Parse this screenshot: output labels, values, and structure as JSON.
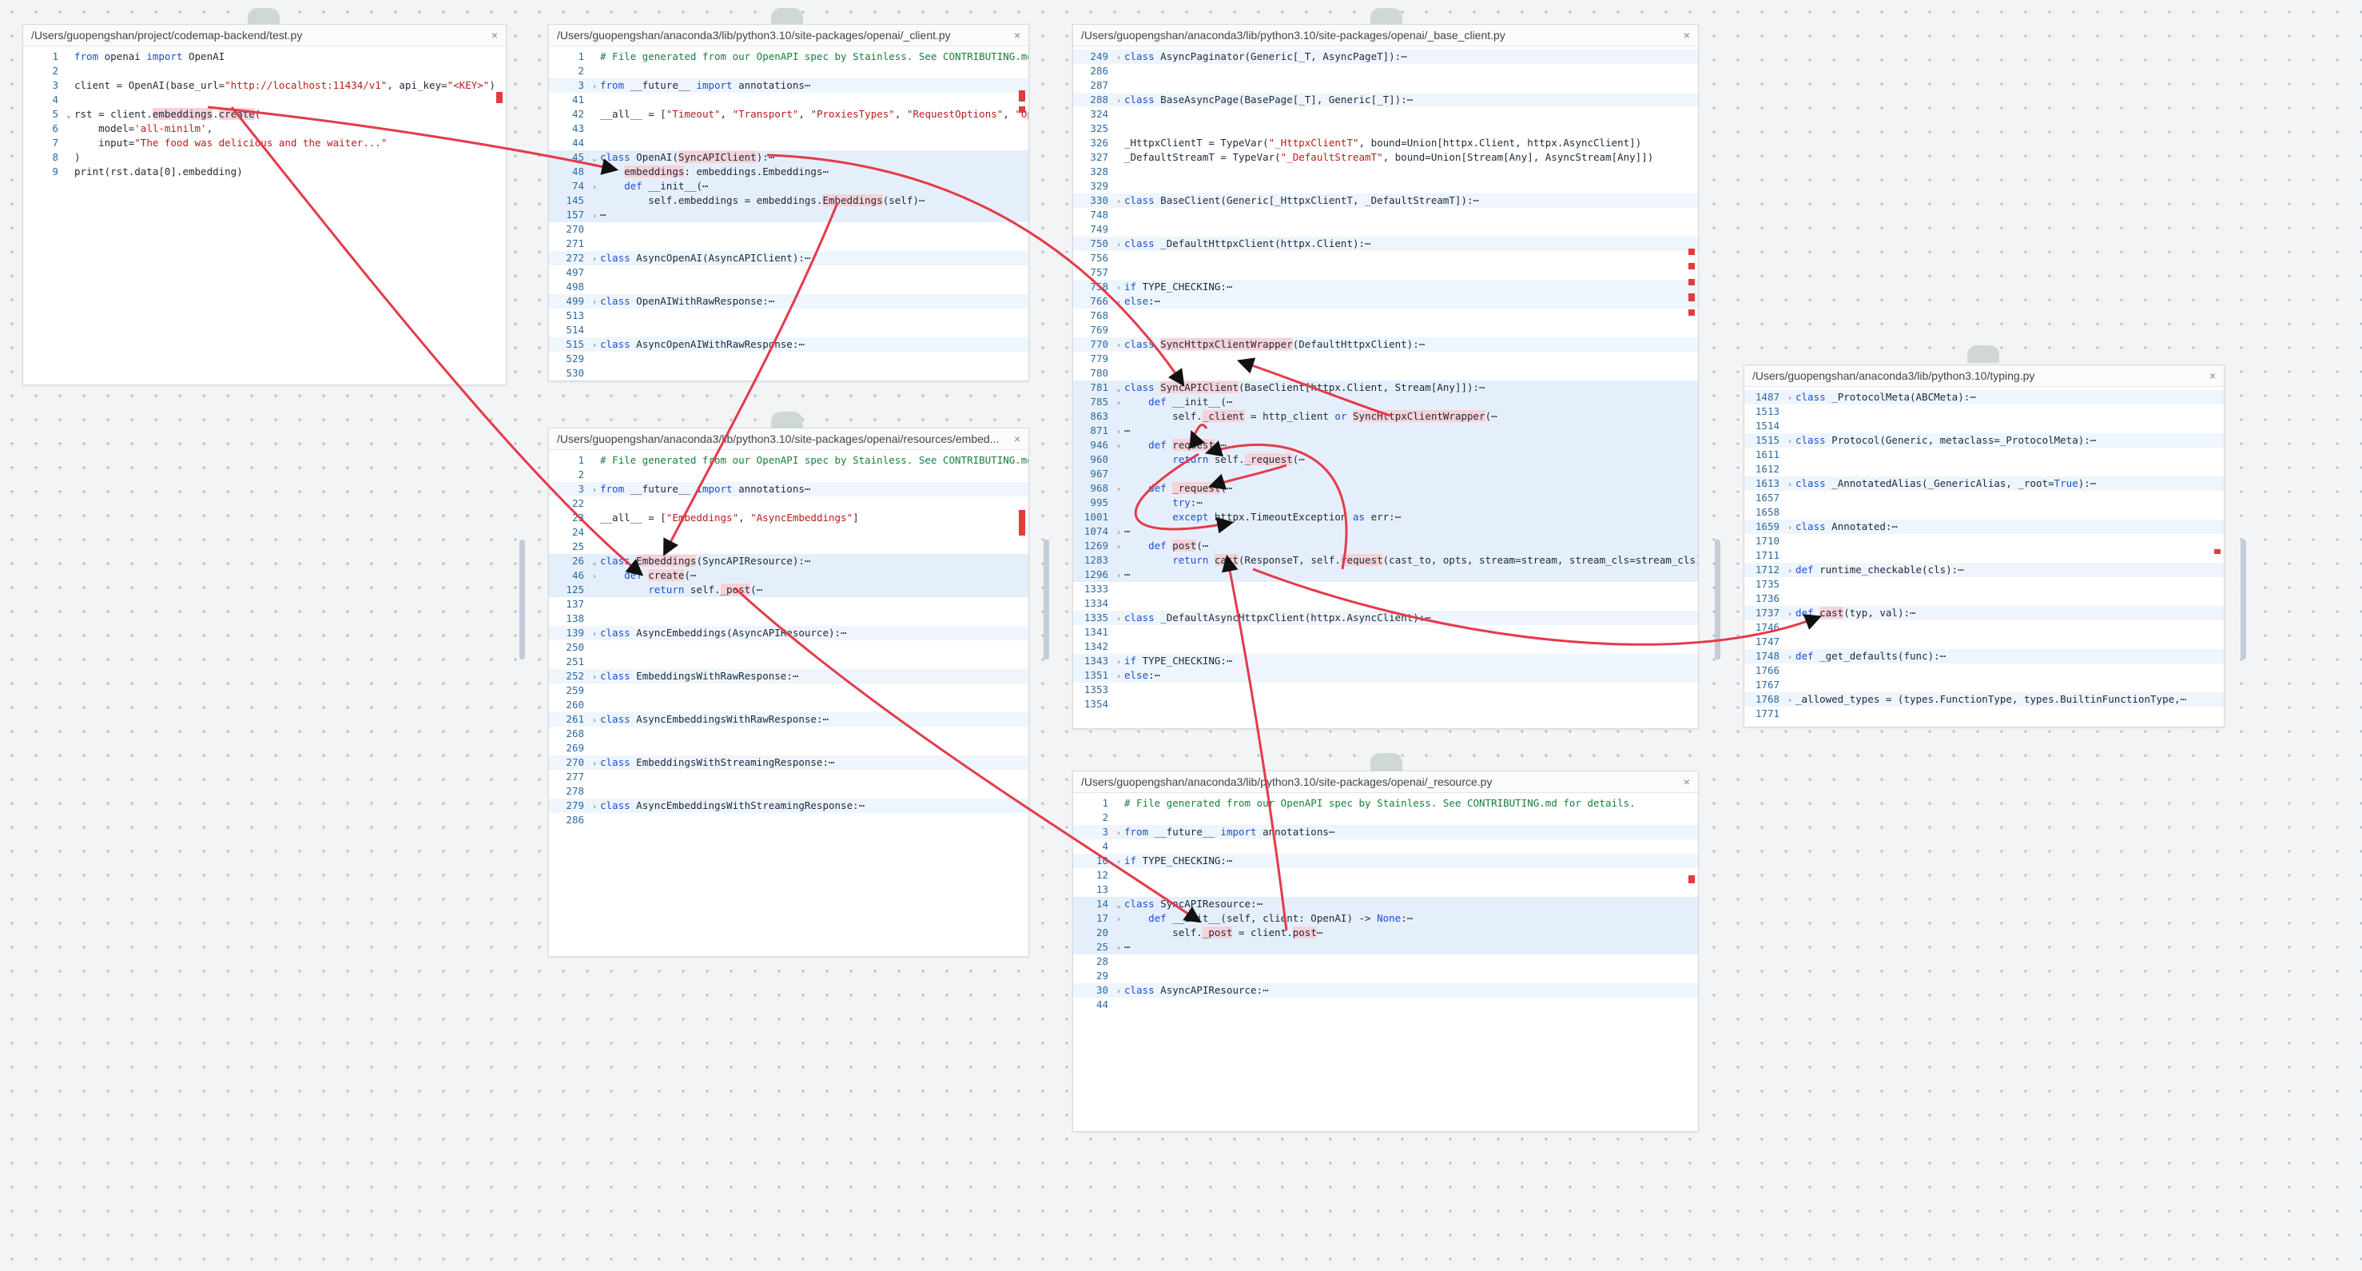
{
  "panels": [
    {
      "id": "test",
      "path": "/Users/guopengshan/project/codemap-backend/test.py",
      "close": "×",
      "lines": [
        {
          "n": "1",
          "html": "<span class='kw'>from</span> openai <span class='kw'>import</span> OpenAI"
        },
        {
          "n": "2",
          "html": ""
        },
        {
          "n": "3",
          "html": "client = OpenAI(base_url=<span class='str'>\"http://localhost:11434/v1\"</span>, api_key=<span class='str'>\"&lt;KEY&gt;\"</span>)"
        },
        {
          "n": "4",
          "html": ""
        },
        {
          "n": "5",
          "fold": "⌄",
          "html": "rst = client.<span class='sym'>embeddings</span>.<span class='sym'>create</span>("
        },
        {
          "n": "6",
          "html": "    model=<span class='str'>'all-minilm'</span>,"
        },
        {
          "n": "7",
          "html": "    input=<span class='str'>\"The food was delicious and the waiter...\"</span>"
        },
        {
          "n": "8",
          "html": ")"
        },
        {
          "n": "9",
          "html": "print(rst.data[0].embedding)"
        }
      ]
    },
    {
      "id": "client",
      "path": "/Users/guopengshan/anaconda3/lib/python3.10/site-packages/openai/_client.py",
      "close": "×",
      "lines": [
        {
          "n": "1",
          "html": "<span class='cm'># File generated from our OpenAPI spec by Stainless. See CONTRIBUTING.md fo</span>"
        },
        {
          "n": "2",
          "html": ""
        },
        {
          "n": "3",
          "fold": "›",
          "cls": "hl",
          "html": "<span class='kw'>from</span> __future__ <span class='kw'>import</span> annotations⋯"
        },
        {
          "n": "41",
          "html": ""
        },
        {
          "n": "42",
          "html": "__all__ = [<span class='str'>\"Timeout\"</span>, <span class='str'>\"Transport\"</span>, <span class='str'>\"ProxiesTypes\"</span>, <span class='str'>\"RequestOptions\"</span>, <span class='str'>\"Open</span>"
        },
        {
          "n": "43",
          "html": ""
        },
        {
          "n": "44",
          "html": ""
        },
        {
          "n": "45",
          "fold": "⌄",
          "cls": "blk",
          "html": "<span class='kw'>class</span> OpenAI(<span class='sym'>SyncAPIClient</span>):⋯"
        },
        {
          "n": "48",
          "cls": "blk",
          "html": "    <span class='sym'>embeddings</span>: embeddings.Embeddings⋯"
        },
        {
          "n": "74",
          "fold": "›",
          "cls": "blk",
          "html": "    <span class='kw'>def</span> __init__(⋯"
        },
        {
          "n": "145",
          "cls": "blk",
          "html": "        self.embeddings = embeddings.<span class='sym'>Embeddings</span>(self)⋯"
        },
        {
          "n": "157",
          "fold": "›",
          "cls": "blk",
          "html": "⋯"
        },
        {
          "n": "270",
          "html": ""
        },
        {
          "n": "271",
          "html": ""
        },
        {
          "n": "272",
          "fold": "›",
          "cls": "hl",
          "html": "<span class='kw'>class</span> AsyncOpenAI(AsyncAPIClient):⋯"
        },
        {
          "n": "497",
          "html": ""
        },
        {
          "n": "498",
          "html": ""
        },
        {
          "n": "499",
          "fold": "›",
          "cls": "hl",
          "html": "<span class='kw'>class</span> OpenAIWithRawResponse:⋯"
        },
        {
          "n": "513",
          "html": ""
        },
        {
          "n": "514",
          "html": ""
        },
        {
          "n": "515",
          "fold": "›",
          "cls": "hl",
          "html": "<span class='kw'>class</span> AsyncOpenAIWithRawResponse:⋯"
        },
        {
          "n": "529",
          "html": ""
        },
        {
          "n": "530",
          "html": ""
        }
      ]
    },
    {
      "id": "embeddings",
      "path": "/Users/guopengshan/anaconda3/lib/python3.10/site-packages/openai/resources/embed...",
      "close": "×",
      "lines": [
        {
          "n": "1",
          "html": "<span class='cm'># File generated from our OpenAPI spec by Stainless. See CONTRIBUTING.md fo</span>"
        },
        {
          "n": "2",
          "html": ""
        },
        {
          "n": "3",
          "fold": "›",
          "cls": "hl",
          "html": "<span class='kw'>from</span> __future__ <span class='kw'>import</span> annotations⋯"
        },
        {
          "n": "22",
          "html": ""
        },
        {
          "n": "23",
          "html": "__all__ = [<span class='str'>\"Embeddings\"</span>, <span class='str'>\"AsyncEmbeddings\"</span>]"
        },
        {
          "n": "24",
          "html": ""
        },
        {
          "n": "25",
          "html": ""
        },
        {
          "n": "26",
          "fold": "⌄",
          "cls": "blk",
          "html": "<span class='kw'>class</span> <span class='sym'>Embeddings</span>(SyncAPIResource):⋯"
        },
        {
          "n": "46",
          "fold": "›",
          "cls": "blk",
          "html": "    <span class='kw'>def</span> <span class='sym'>create</span>(⋯"
        },
        {
          "n": "125",
          "cls": "blk",
          "html": "        <span class='kw'>return</span> self.<span class='sym'>_post</span>(⋯"
        },
        {
          "n": "137",
          "html": ""
        },
        {
          "n": "138",
          "html": ""
        },
        {
          "n": "139",
          "fold": "›",
          "cls": "hl",
          "html": "<span class='kw'>class</span> AsyncEmbeddings(AsyncAPIResource):⋯"
        },
        {
          "n": "250",
          "html": ""
        },
        {
          "n": "251",
          "html": ""
        },
        {
          "n": "252",
          "fold": "›",
          "cls": "hl",
          "html": "<span class='kw'>class</span> EmbeddingsWithRawResponse:⋯"
        },
        {
          "n": "259",
          "html": ""
        },
        {
          "n": "260",
          "html": ""
        },
        {
          "n": "261",
          "fold": "›",
          "cls": "hl",
          "html": "<span class='kw'>class</span> AsyncEmbeddingsWithRawResponse:⋯"
        },
        {
          "n": "268",
          "html": ""
        },
        {
          "n": "269",
          "html": ""
        },
        {
          "n": "270",
          "fold": "›",
          "cls": "hl",
          "html": "<span class='kw'>class</span> EmbeddingsWithStreamingResponse:⋯"
        },
        {
          "n": "277",
          "html": ""
        },
        {
          "n": "278",
          "html": ""
        },
        {
          "n": "279",
          "fold": "›",
          "cls": "hl",
          "html": "<span class='kw'>class</span> AsyncEmbeddingsWithStreamingResponse:⋯"
        },
        {
          "n": "286",
          "html": ""
        }
      ]
    },
    {
      "id": "base_client",
      "path": "/Users/guopengshan/anaconda3/lib/python3.10/site-packages/openai/_base_client.py",
      "close": "×",
      "lines": [
        {
          "n": "249",
          "fold": "›",
          "cls": "hl",
          "html": "<span class='kw'>class</span> AsyncPaginator(Generic[_T, AsyncPageT]):⋯"
        },
        {
          "n": "286",
          "html": ""
        },
        {
          "n": "287",
          "html": ""
        },
        {
          "n": "288",
          "fold": "›",
          "cls": "hl",
          "html": "<span class='kw'>class</span> BaseAsyncPage(BasePage[_T], Generic[_T]):⋯"
        },
        {
          "n": "324",
          "html": ""
        },
        {
          "n": "325",
          "html": ""
        },
        {
          "n": "326",
          "html": "_HttpxClientT = TypeVar(<span class='str'>\"_HttpxClientT\"</span>, bound=Union[httpx.Client, httpx.AsyncClient])"
        },
        {
          "n": "327",
          "html": "_DefaultStreamT = TypeVar(<span class='str'>\"_DefaultStreamT\"</span>, bound=Union[Stream[Any], AsyncStream[Any]])"
        },
        {
          "n": "328",
          "html": ""
        },
        {
          "n": "329",
          "html": ""
        },
        {
          "n": "330",
          "fold": "›",
          "cls": "hl",
          "html": "<span class='kw'>class</span> BaseClient(Generic[_HttpxClientT, _DefaultStreamT]):⋯"
        },
        {
          "n": "748",
          "html": ""
        },
        {
          "n": "749",
          "html": ""
        },
        {
          "n": "750",
          "fold": "›",
          "cls": "hl",
          "html": "<span class='kw'>class</span> _DefaultHttpxClient(httpx.Client):⋯"
        },
        {
          "n": "756",
          "html": ""
        },
        {
          "n": "757",
          "html": ""
        },
        {
          "n": "758",
          "fold": "›",
          "cls": "hl",
          "html": "<span class='kw'>if</span> TYPE_CHECKING:⋯"
        },
        {
          "n": "766",
          "fold": "›",
          "cls": "hl",
          "html": "<span class='kw'>else</span>:⋯"
        },
        {
          "n": "768",
          "html": ""
        },
        {
          "n": "769",
          "html": ""
        },
        {
          "n": "770",
          "fold": "›",
          "cls": "hl",
          "html": "<span class='kw'>class</span> <span class='sym'>SyncHttpxClientWrapper</span>(DefaultHttpxClient):⋯"
        },
        {
          "n": "779",
          "html": ""
        },
        {
          "n": "780",
          "html": ""
        },
        {
          "n": "781",
          "fold": "⌄",
          "cls": "blk",
          "html": "<span class='kw'>class</span> <span class='sym'>SyncAPIClient</span>(BaseClient[httpx.Client, Stream[Any]]):⋯"
        },
        {
          "n": "785",
          "fold": "›",
          "cls": "blk",
          "html": "    <span class='kw'>def</span> __init__(⋯"
        },
        {
          "n": "863",
          "cls": "blk",
          "html": "        self.<span class='sym'>_client</span> = http_client <span class='kw'>or</span> <span class='sym'>SyncHttpxClientWrapper</span>(⋯"
        },
        {
          "n": "871",
          "fold": "›",
          "cls": "blk",
          "html": "⋯"
        },
        {
          "n": "946",
          "fold": "›",
          "cls": "blk",
          "html": "    <span class='kw'>def</span> <span class='sym'>request</span>(⋯"
        },
        {
          "n": "960",
          "cls": "blk",
          "html": "        <span class='kw'>return</span> self.<span class='sym'>_request</span>(⋯"
        },
        {
          "n": "967",
          "cls": "blk",
          "html": ""
        },
        {
          "n": "968",
          "fold": "›",
          "cls": "blk",
          "html": "    <span class='kw'>def</span> <span class='sym'>_request</span>(⋯"
        },
        {
          "n": "995",
          "cls": "blk",
          "html": "        <span class='kw'>try</span>:⋯"
        },
        {
          "n": "1001",
          "cls": "blk",
          "html": "        <span class='kw'>except</span> httpx.TimeoutException <span class='kw'>as</span> err:⋯"
        },
        {
          "n": "1074",
          "fold": "›",
          "cls": "blk",
          "html": "⋯"
        },
        {
          "n": "1269",
          "fold": "›",
          "cls": "blk",
          "html": "    <span class='kw'>def</span> <span class='sym'>post</span>(⋯"
        },
        {
          "n": "1283",
          "cls": "blk",
          "html": "        <span class='kw'>return</span> <span class='sym'>cast</span>(ResponseT, self.<span class='sym'>request</span>(cast_to, opts, stream=stream, stream_cls=stream_cls))"
        },
        {
          "n": "1296",
          "fold": "›",
          "cls": "blk",
          "html": "⋯"
        },
        {
          "n": "1333",
          "html": ""
        },
        {
          "n": "1334",
          "html": ""
        },
        {
          "n": "1335",
          "fold": "›",
          "cls": "hl",
          "html": "<span class='kw'>class</span> _DefaultAsyncHttpxClient(httpx.AsyncClient):⋯"
        },
        {
          "n": "1341",
          "html": ""
        },
        {
          "n": "1342",
          "html": ""
        },
        {
          "n": "1343",
          "fold": "›",
          "cls": "hl",
          "html": "<span class='kw'>if</span> TYPE_CHECKING:⋯"
        },
        {
          "n": "1351",
          "fold": "›",
          "cls": "hl",
          "html": "<span class='kw'>else</span>:⋯"
        },
        {
          "n": "1353",
          "html": ""
        },
        {
          "n": "1354",
          "html": ""
        }
      ]
    },
    {
      "id": "typing",
      "path": "/Users/guopengshan/anaconda3/lib/python3.10/typing.py",
      "close": "×",
      "lines": [
        {
          "n": "1487",
          "fold": "›",
          "cls": "hl",
          "html": "<span class='kw'>class</span> _ProtocolMeta(ABCMeta):⋯"
        },
        {
          "n": "1513",
          "html": ""
        },
        {
          "n": "1514",
          "html": ""
        },
        {
          "n": "1515",
          "fold": "›",
          "cls": "hl",
          "html": "<span class='kw'>class</span> Protocol(Generic, metaclass=_ProtocolMeta):⋯"
        },
        {
          "n": "1611",
          "html": ""
        },
        {
          "n": "1612",
          "html": ""
        },
        {
          "n": "1613",
          "fold": "›",
          "cls": "hl",
          "html": "<span class='kw'>class</span> _AnnotatedAlias(_GenericAlias, _root=<span class='kw'>True</span>):⋯"
        },
        {
          "n": "1657",
          "html": ""
        },
        {
          "n": "1658",
          "html": ""
        },
        {
          "n": "1659",
          "fold": "›",
          "cls": "hl",
          "html": "<span class='kw'>class</span> Annotated:⋯"
        },
        {
          "n": "1710",
          "html": ""
        },
        {
          "n": "1711",
          "html": ""
        },
        {
          "n": "1712",
          "fold": "›",
          "cls": "hl",
          "html": "<span class='kw'>def</span> runtime_checkable(cls):⋯"
        },
        {
          "n": "1735",
          "html": ""
        },
        {
          "n": "1736",
          "html": ""
        },
        {
          "n": "1737",
          "fold": "›",
          "cls": "hl",
          "html": "<span class='kw'>def</span> <span class='sym'>cast</span>(typ, val):⋯"
        },
        {
          "n": "1746",
          "html": ""
        },
        {
          "n": "1747",
          "html": ""
        },
        {
          "n": "1748",
          "fold": "›",
          "cls": "hl",
          "html": "<span class='kw'>def</span> _get_defaults(func):⋯"
        },
        {
          "n": "1766",
          "html": ""
        },
        {
          "n": "1767",
          "html": ""
        },
        {
          "n": "1768",
          "fold": "›",
          "cls": "hl",
          "html": "_allowed_types = (types.FunctionType, types.BuiltinFunctionType,⋯"
        },
        {
          "n": "1771",
          "html": ""
        }
      ]
    },
    {
      "id": "resource",
      "path": "/Users/guopengshan/anaconda3/lib/python3.10/site-packages/openai/_resource.py",
      "close": "×",
      "lines": [
        {
          "n": "1",
          "html": "<span class='cm'># File generated from our OpenAPI spec by Stainless. See CONTRIBUTING.md for details.</span>"
        },
        {
          "n": "2",
          "html": ""
        },
        {
          "n": "3",
          "fold": "›",
          "cls": "hl",
          "html": "<span class='kw'>from</span> __future__ <span class='kw'>import</span> annotations⋯"
        },
        {
          "n": "4",
          "html": ""
        },
        {
          "n": "10",
          "fold": "›",
          "cls": "hl",
          "html": "<span class='kw'>if</span> TYPE_CHECKING:⋯"
        },
        {
          "n": "12",
          "html": ""
        },
        {
          "n": "13",
          "html": ""
        },
        {
          "n": "14",
          "fold": "⌄",
          "cls": "blk",
          "html": "<span class='kw'>class</span> SyncAPIResource:⋯"
        },
        {
          "n": "17",
          "fold": "›",
          "cls": "blk",
          "html": "    <span class='kw'>def</span> __init__(self, client: OpenAI) -&gt; <span class='kw'>None</span>:⋯"
        },
        {
          "n": "20",
          "cls": "blk",
          "html": "        self.<span class='sym'>_post</span> = client.<span class='sym'>post</span>⋯"
        },
        {
          "n": "25",
          "fold": "›",
          "cls": "blk",
          "html": "⋯"
        },
        {
          "n": "28",
          "html": ""
        },
        {
          "n": "29",
          "html": ""
        },
        {
          "n": "30",
          "fold": "›",
          "cls": "hl",
          "html": "<span class='kw'>class</span> AsyncAPIResource:⋯"
        },
        {
          "n": "44",
          "html": ""
        }
      ]
    }
  ],
  "colors": {
    "arrow": "#e53a4a",
    "highlight": "#e5effb",
    "symbol": "#f7d2d8"
  }
}
